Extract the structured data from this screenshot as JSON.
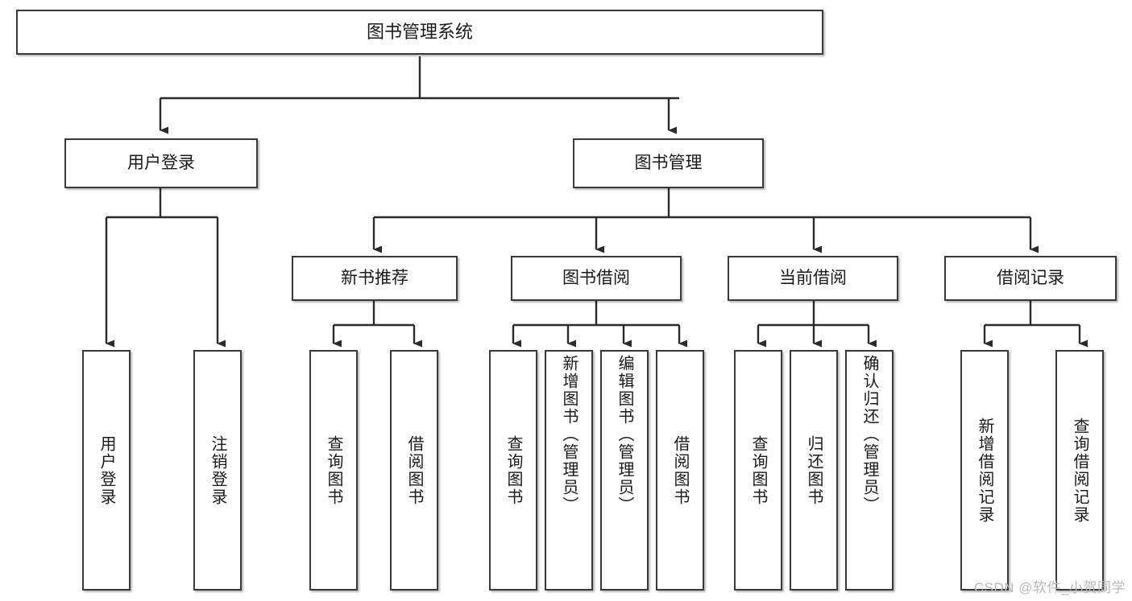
{
  "diagram": {
    "type": "hierarchy-tree",
    "title": "图书管理系统",
    "watermark": "CSDN @软件_小贺同学",
    "style": {
      "box_fill": "#ffffff",
      "box_stroke": "#3a3a3a",
      "connector_color": "#2b2b2b",
      "text_color": "#1a1a1a",
      "watermark_color": "#b9b9b9",
      "page_background": "#ffffff"
    },
    "levels": 4,
    "nodes": {
      "root": {
        "label": "图书管理系统"
      },
      "level2": [
        {
          "label": "用户登录"
        },
        {
          "label": "图书管理"
        }
      ],
      "level3": [
        {
          "label": "新书推荐"
        },
        {
          "label": "图书借阅"
        },
        {
          "label": "当前借阅"
        },
        {
          "label": "借阅记录"
        }
      ],
      "leaves": {
        "user_login": [
          {
            "label": "用户登录"
          },
          {
            "label": "注销登录"
          }
        ],
        "new_book": [
          {
            "label": "查询图书"
          },
          {
            "label": "借阅图书"
          }
        ],
        "book_borrow": [
          {
            "label": "查询图书"
          },
          {
            "label": "新增图书（管理员）"
          },
          {
            "label": "编辑图书（管理员）"
          },
          {
            "label": "借阅图书"
          }
        ],
        "current_borrow": [
          {
            "label": "查询图书"
          },
          {
            "label": "归还图书"
          },
          {
            "label": "确认归还（管理员）"
          }
        ],
        "borrow_record": [
          {
            "label": "新增借阅记录"
          },
          {
            "label": "查询借阅记录"
          }
        ]
      }
    }
  }
}
